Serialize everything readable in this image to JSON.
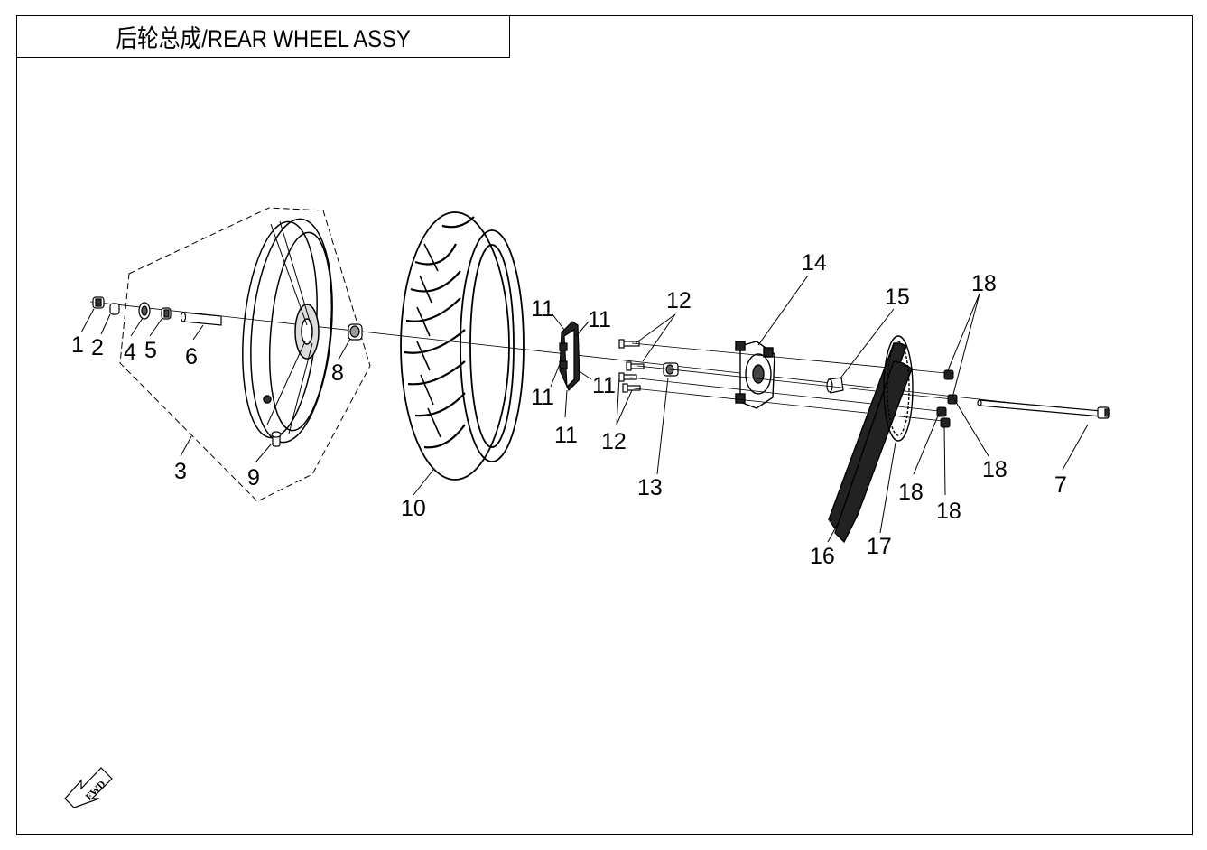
{
  "title": "后轮总成/REAR WHEEL ASSY",
  "fwd_label": "FWD",
  "callouts": [
    "1",
    "2",
    "3",
    "4",
    "5",
    "6",
    "7",
    "8",
    "9",
    "10",
    "11",
    "11",
    "11",
    "11",
    "11",
    "12",
    "12",
    "13",
    "14",
    "15",
    "16",
    "17",
    "18",
    "18",
    "18",
    "18"
  ]
}
